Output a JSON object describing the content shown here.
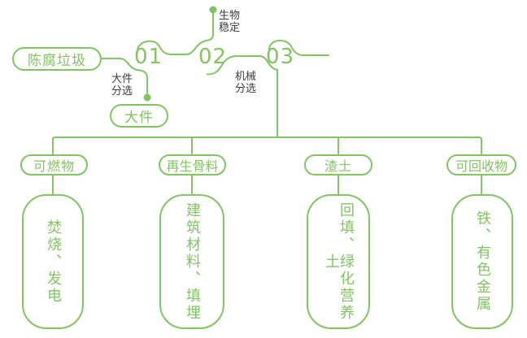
{
  "colors": {
    "green": "#82c462",
    "dark": "#3c3c3c"
  },
  "root": {
    "label": "陈腐垃圾"
  },
  "steps": [
    {
      "number": "01",
      "label": "大件\n分选",
      "output": "大件"
    },
    {
      "number": "02",
      "label": "生物\n稳定"
    },
    {
      "number": "03",
      "label": "机械\n分选"
    }
  ],
  "branches": [
    {
      "category": "可燃物",
      "result": "焚烧、发电"
    },
    {
      "category": "再生骨料",
      "result": "建筑材料、填埋"
    },
    {
      "category": "渣土",
      "result": "回填、绿化营养土"
    },
    {
      "category": "可回收物",
      "result": "铁、有色金属"
    }
  ]
}
